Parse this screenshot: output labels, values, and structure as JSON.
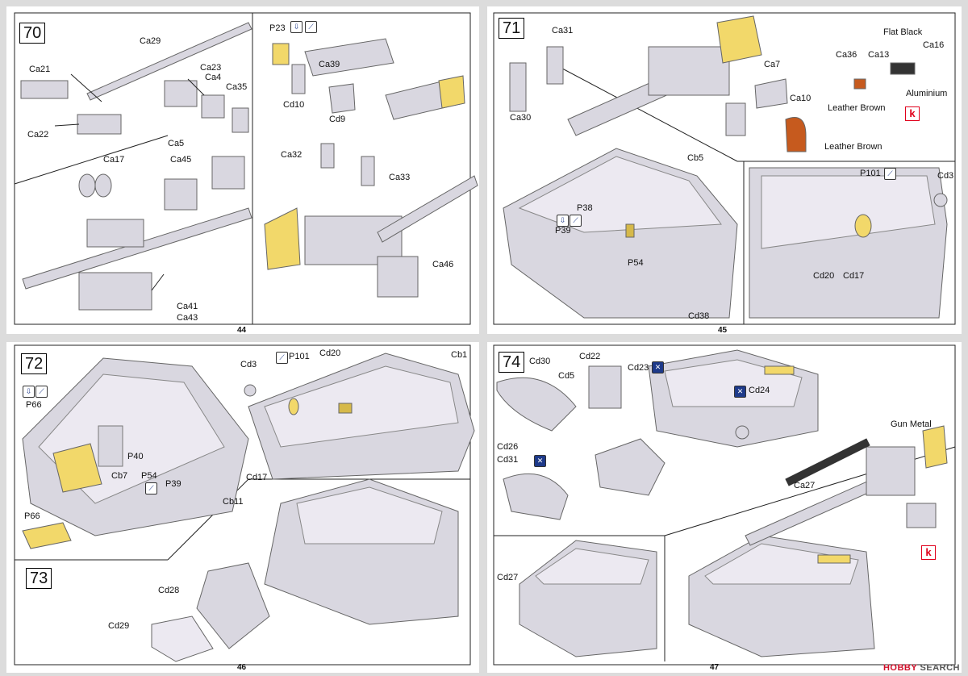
{
  "colors": {
    "page": "#ffffff",
    "part": "#d9d7e0",
    "yellow": "#f2d86a",
    "rust": "#c65a1e",
    "red_k": "#e0001b",
    "line": "#222222"
  },
  "icons": [
    "parts-icon",
    "bend-icon",
    "cross-icon"
  ],
  "pages": {
    "p44": {
      "number": "44",
      "step": "70",
      "labels": [
        "Ca29",
        "Ca21",
        "Ca22",
        "Ca23",
        "Ca4",
        "Ca35",
        "Ca5",
        "Ca17",
        "Ca45",
        "Ca41",
        "Ca43",
        "P23",
        "Ca39",
        "Cd10",
        "Cd9",
        "Ca32",
        "Ca33",
        "Ca46"
      ]
    },
    "p45": {
      "number": "45",
      "step": "71",
      "labels": [
        "Ca31",
        "Ca30",
        "Ca7",
        "Ca10",
        "Leather Brown",
        "Flat Black",
        "Ca36",
        "Ca13",
        "Ca16",
        "Aluminium",
        "Leather Brown",
        "Cb5",
        "P38",
        "P39",
        "P54",
        "Cd38",
        "P101",
        "Cd3",
        "Cd20",
        "Cd17"
      ],
      "k": "k"
    },
    "p46": {
      "number": "46",
      "steps": [
        "72",
        "73"
      ],
      "labels": [
        "P66",
        "Cb7",
        "P40",
        "P54",
        "P39",
        "Cb11",
        "P66",
        "Cd3",
        "P101",
        "Cd20",
        "Cb1",
        "Cd17",
        "Cd28",
        "Cd29"
      ]
    },
    "p47": {
      "number": "47",
      "step": "74",
      "labels": [
        "Cd30",
        "Cd22",
        "Cd5",
        "Cd23",
        "Cd24",
        "Cd26",
        "Cd31",
        "Gun Metal",
        "Ca27",
        "Cd27"
      ],
      "k": "k"
    }
  },
  "watermark": {
    "brand": "HOBBY",
    "rest": "SEARCH"
  }
}
